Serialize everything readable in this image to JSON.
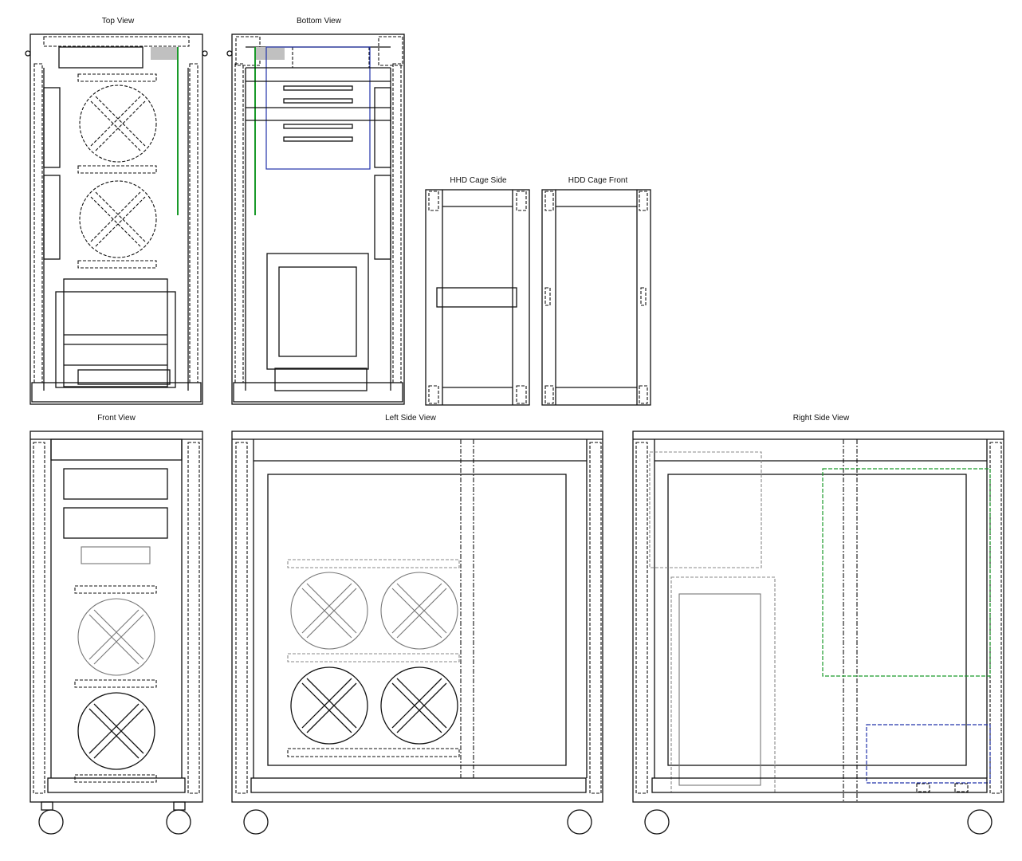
{
  "views": {
    "top": {
      "label": "Top View"
    },
    "bottom": {
      "label": "Bottom View"
    },
    "hdd_side": {
      "label": "HHD Cage Side"
    },
    "hdd_front": {
      "label": "HDD Cage Front"
    },
    "front": {
      "label": "Front View"
    },
    "left": {
      "label": "Left Side View"
    },
    "right": {
      "label": "Right Side View"
    }
  },
  "colors": {
    "line": "#111111",
    "motherboard_green": "#1a9a2a",
    "psu_blue": "#2233aa",
    "fill_gray": "#c0c0c0"
  }
}
